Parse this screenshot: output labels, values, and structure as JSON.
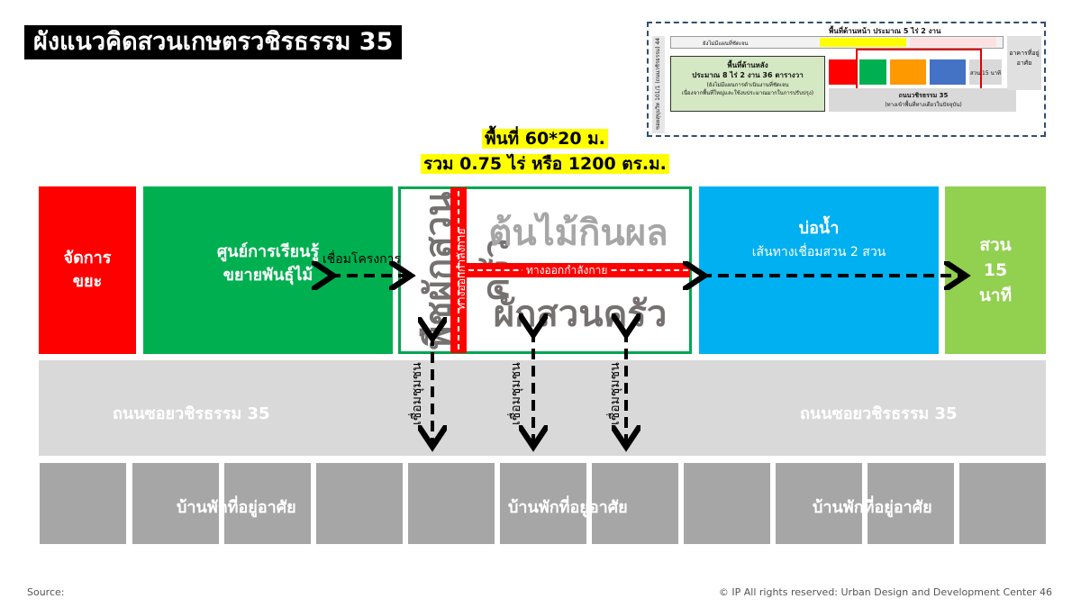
{
  "title": "ผังแนวคิดสวนเกษตรวชิรธรรม 35",
  "area_label": {
    "line1": "พื้นที่ 60*20 ม.",
    "line2": "รวม 0.75 ไร่ หรือ 1200 ตร.ม."
  },
  "zones": {
    "waste": "จัดการขยะ",
    "learning_line1": "ศูนย์การเรียนรู้",
    "learning_line2": "ขยายพันธุ์ไม้",
    "fruit_trees": "ต้นไม้กินผล",
    "herbs": "พืชผักสวนครัว",
    "kitchen_veg": "ผักสวนครัว",
    "pond": "บ่อน้ำ",
    "pond_sub": "เส้นทางเชื่อมสวน 2 สวน",
    "park_line1": "สวน",
    "park_line2": "15",
    "park_line3": "นาที"
  },
  "paths": {
    "exercise_h": "ทางออกกำลังกาย",
    "exercise_v": "ทางออกกำลังกาย",
    "link_project": "เชื่อมโครงการ",
    "link_community": "เชื่อมชุมชน"
  },
  "road": {
    "left": "ถนนซอยวชิรธรรม 35",
    "right": "ถนนซอยวชิรธรรม 35"
  },
  "houses": {
    "label": "บ้านพักที่อยู่อาศัย"
  },
  "footer": {
    "source": "Source:",
    "copyright": "© IP All rights reserved: Urban Design and Development Center 46"
  },
  "minimap": {
    "front_area": "พื้นที่ด้านหน้า ประมาณ 5 ไร่ 2 งาน",
    "back_area_line1": "พื้นที่ด้านหลัง",
    "back_area_line2": "ประมาณ 8 ไร่ 2 งาน 36 ตารางวา",
    "back_area_line3": "(ยังไม่มีแผนการดำเนินงานที่ชัดเจน",
    "back_area_line4": "เนื่องจากพื้นที่ใหญ่และใช้งบประมาณมากในการปรับปรุง)",
    "road_label": "ถนนวชิรธรรม 35",
    "road_sub": "(ทางเข้าพื้นที่ทางเดียวในปัจจุบัน)",
    "side_label": "อาคารที่อยู่อาศัย",
    "left_label": "ซอยสุขุมวิท 101/1 (ถนนวชิรธรรม) 44",
    "cell_plan": "ยังไม่มีแผนที่ชัดเจน",
    "cell_park": "สวน 15 นาที"
  },
  "colors": {
    "red": "#ff0000",
    "green": "#00b050",
    "blue": "#00b0f0",
    "lightgreen": "#92d050",
    "frame": "#00a651",
    "road": "#d9d9d9",
    "house": "#a6a6a6",
    "text_gray": "#767171"
  }
}
